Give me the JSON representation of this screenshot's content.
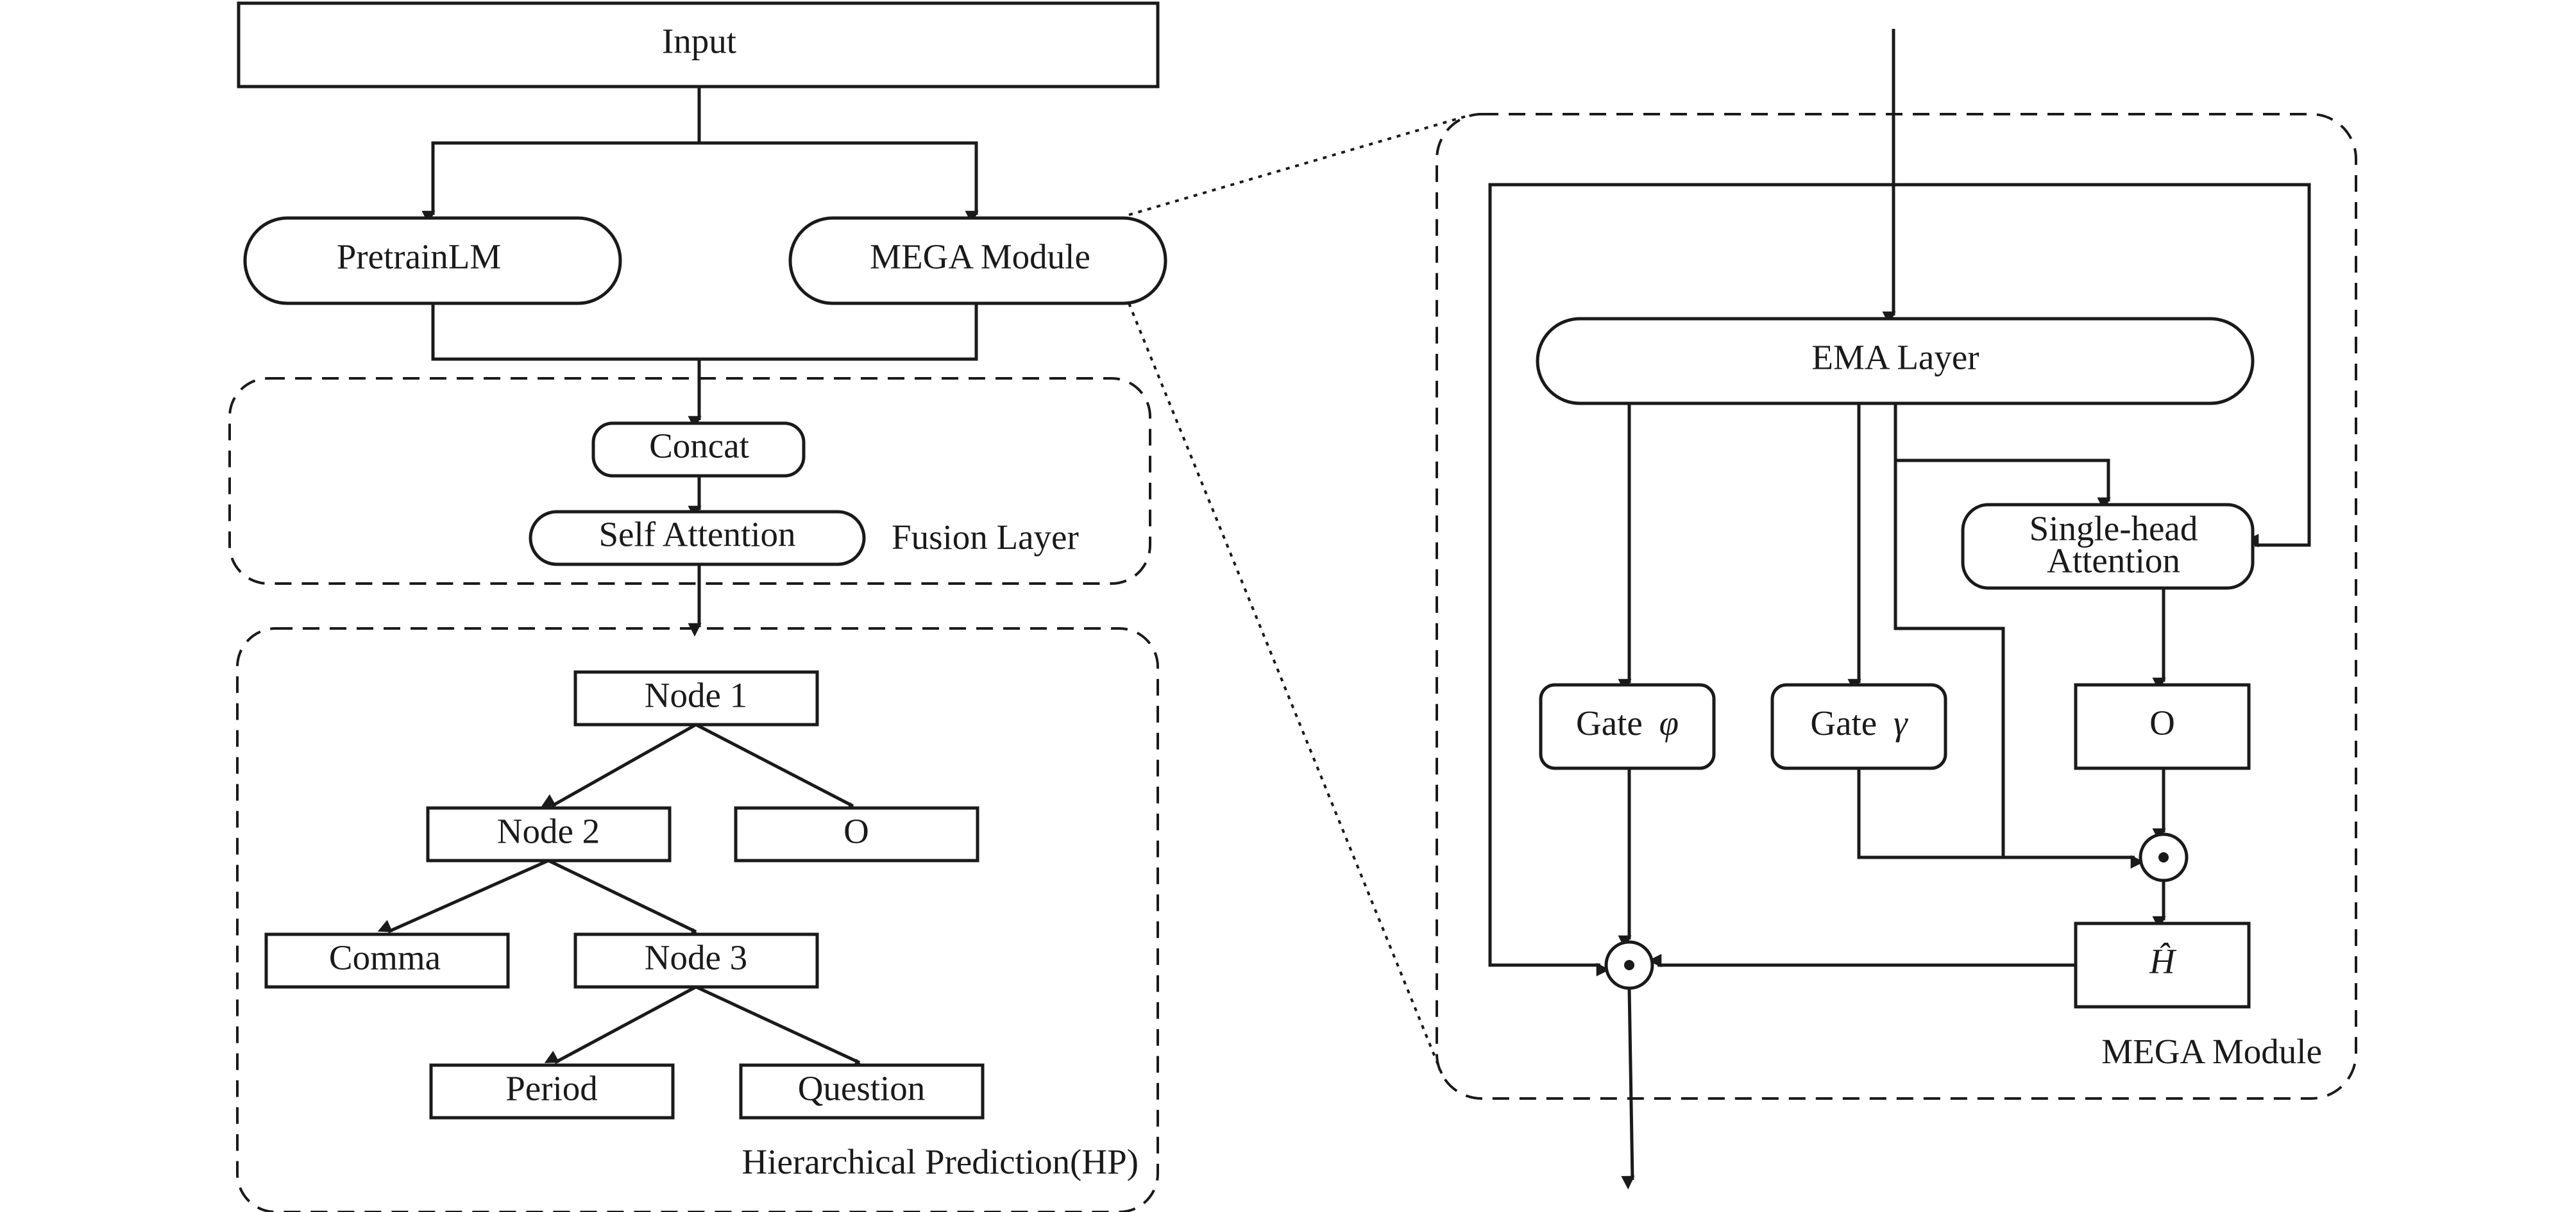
{
  "left": {
    "input": "Input",
    "pretrain": "PretrainLM",
    "mega": "MEGA Module",
    "concat": "Concat",
    "self_attention": "Self Attention",
    "fusion_label": "Fusion Layer",
    "hp_label": "Hierarchical Prediction(HP)",
    "tree": {
      "node1": "Node 1",
      "node2": "Node 2",
      "o": "O",
      "comma": "Comma",
      "node3": "Node 3",
      "period": "Period",
      "question": "Question"
    }
  },
  "right": {
    "ema": "EMA Layer",
    "attention_line1": "Single-head",
    "attention_line2": "Attention",
    "gate_phi_word": "Gate",
    "gate_phi_symbol": "φ",
    "gate_gamma_word": "Gate",
    "gate_gamma_symbol": "γ",
    "o": "O",
    "h_hat": "Ĥ",
    "module_label": "MEGA Module",
    "hadamard_symbol": "⊙"
  }
}
